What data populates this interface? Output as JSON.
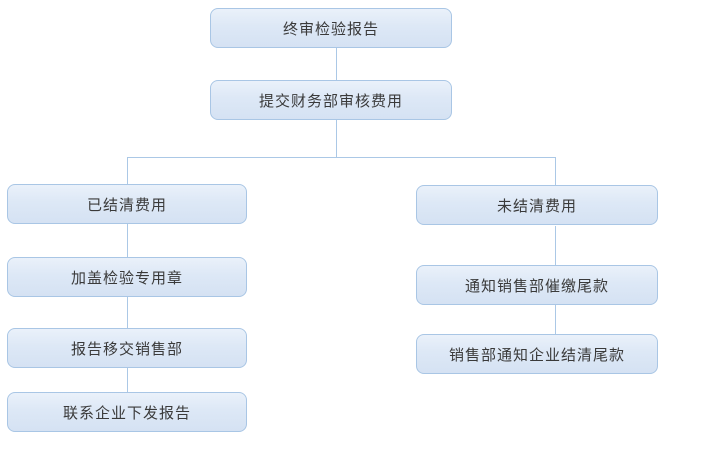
{
  "diagram": {
    "type": "flowchart",
    "title": "",
    "nodes": [
      {
        "id": "final-report",
        "label": "终审检验报告"
      },
      {
        "id": "submit-finance-review",
        "label": "提交财务部审核费用"
      },
      {
        "id": "fees-settled",
        "label": "已结清费用"
      },
      {
        "id": "apply-inspection-seal",
        "label": "加盖检验专用章"
      },
      {
        "id": "report-to-sales",
        "label": "报告移交销售部"
      },
      {
        "id": "contact-issue-report",
        "label": "联系企业下发报告"
      },
      {
        "id": "fees-unsettled",
        "label": "未结清费用"
      },
      {
        "id": "notify-sales-collect",
        "label": "通知销售部催缴尾款"
      },
      {
        "id": "sales-notify-enterprise",
        "label": "销售部通知企业结清尾款"
      }
    ],
    "edges": [
      {
        "from": "final-report",
        "to": "submit-finance-review"
      },
      {
        "from": "submit-finance-review",
        "to": "fees-settled"
      },
      {
        "from": "submit-finance-review",
        "to": "fees-unsettled"
      },
      {
        "from": "fees-settled",
        "to": "apply-inspection-seal"
      },
      {
        "from": "apply-inspection-seal",
        "to": "report-to-sales"
      },
      {
        "from": "report-to-sales",
        "to": "contact-issue-report"
      },
      {
        "from": "fees-unsettled",
        "to": "notify-sales-collect"
      },
      {
        "from": "notify-sales-collect",
        "to": "sales-notify-enterprise"
      }
    ],
    "colors": {
      "node_fill_top": "#eaf1fa",
      "node_fill_bottom": "#d5e2f3",
      "node_border": "#a9c6e5",
      "connector": "#abc8e6",
      "text": "#3a3a3a",
      "background": "#ffffff"
    }
  }
}
